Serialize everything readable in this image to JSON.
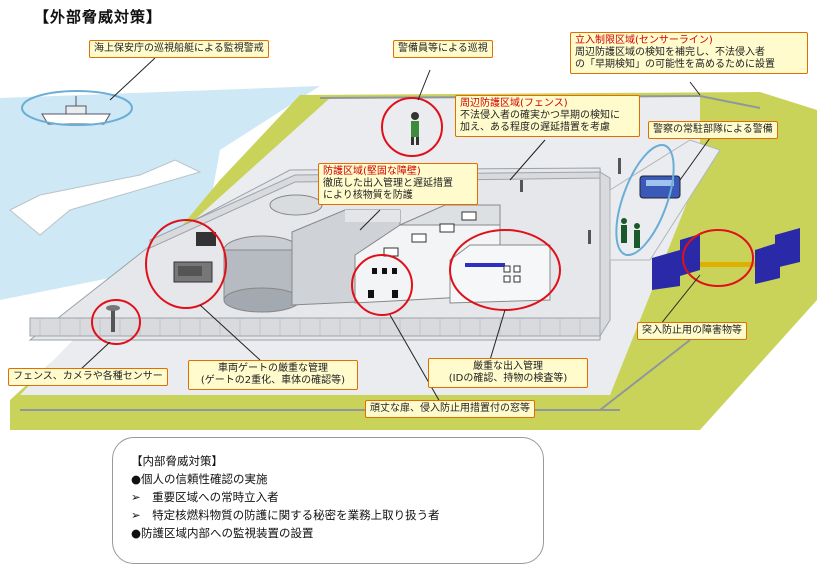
{
  "title": "【外部脅威対策】",
  "labels": {
    "coast_guard": "海上保安庁の巡視船艇による監視警戒",
    "guards": "警備員等による巡視",
    "restricted_area": [
      "立入制限区域(センサーライン)",
      "周辺防護区域の検知を補完し、不法侵入者",
      "の「早期検知」の可能性を高めるために設置"
    ],
    "perimeter_area": [
      "周辺防護区域(フェンス)",
      "不法侵入者の確実かつ早期の検知に",
      "加え、ある程度の遅延措置を考慮"
    ],
    "police": "警察の常駐部隊による警備",
    "protected_area": [
      "防護区域(堅固な障壁)",
      "徹底した出入管理と遅延措置",
      "により核物質を防護"
    ],
    "barrier": "突入防止用の障害物等",
    "fence_sensors": "フェンス、カメラや各種センサー",
    "vehicle_gate": [
      "車両ゲートの厳重な管理",
      "(ゲートの2重化、車体の確認等)"
    ],
    "access_control": [
      "厳重な出入管理",
      "(IDの確認、持物の検査等)"
    ],
    "doors": "頑丈な扉、侵入防止用措置付の窓等"
  },
  "internal": {
    "heading": "【内部脅威対策】",
    "items": [
      "●個人の信頼性確認の実施",
      "➢　重要区域への常時立入者",
      "➢　特定核燃料物質の防護に関する秘密を業務上取り扱う者",
      "●防護区域内部への監視装置の設置"
    ]
  },
  "colors": {
    "sea": "#cfe8f6",
    "ground": "#c9d35a",
    "highlight_circle": "#e0101a",
    "label_border": "#e06e00",
    "label_fill": "#fffbcc",
    "gate_blue": "#2a2aa8"
  }
}
